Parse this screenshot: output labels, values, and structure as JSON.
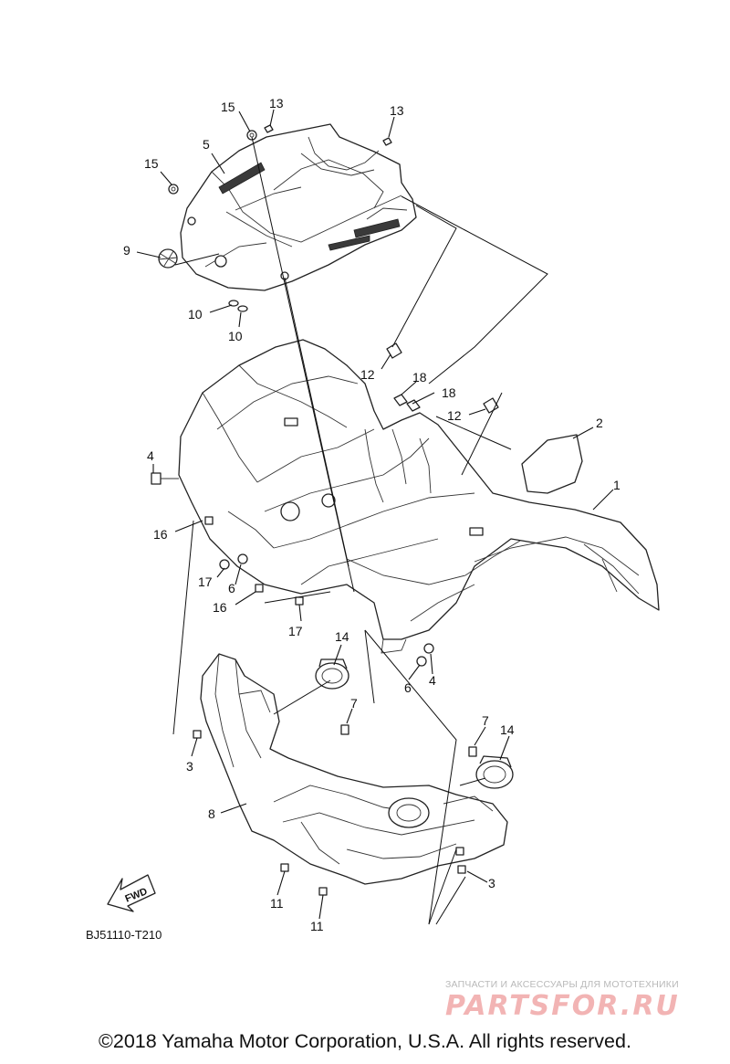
{
  "diagram": {
    "code": "BJ51110-T210",
    "copyright": "©2018 Yamaha Motor Corporation, U.S.A. All rights reserved.",
    "fwd_label": "FWD"
  },
  "callouts": [
    {
      "id": "c15a",
      "label": "15"
    },
    {
      "id": "c13a",
      "label": "13"
    },
    {
      "id": "c13b",
      "label": "13"
    },
    {
      "id": "c5",
      "label": "5"
    },
    {
      "id": "c15b",
      "label": "15"
    },
    {
      "id": "c9",
      "label": "9"
    },
    {
      "id": "c10a",
      "label": "10"
    },
    {
      "id": "c10b",
      "label": "10"
    },
    {
      "id": "c12a",
      "label": "12"
    },
    {
      "id": "c18a",
      "label": "18"
    },
    {
      "id": "c18b",
      "label": "18"
    },
    {
      "id": "c12b",
      "label": "12"
    },
    {
      "id": "c2",
      "label": "2"
    },
    {
      "id": "c1",
      "label": "1"
    },
    {
      "id": "c4a",
      "label": "4"
    },
    {
      "id": "c16a",
      "label": "16"
    },
    {
      "id": "c17a",
      "label": "17"
    },
    {
      "id": "c6a",
      "label": "6"
    },
    {
      "id": "c16b",
      "label": "16"
    },
    {
      "id": "c17b",
      "label": "17"
    },
    {
      "id": "c14a",
      "label": "14"
    },
    {
      "id": "c6b",
      "label": "6"
    },
    {
      "id": "c4b",
      "label": "4"
    },
    {
      "id": "c7a",
      "label": "7"
    },
    {
      "id": "c7b",
      "label": "7"
    },
    {
      "id": "c14b",
      "label": "14"
    },
    {
      "id": "c3a",
      "label": "3"
    },
    {
      "id": "c8",
      "label": "8"
    },
    {
      "id": "c3b",
      "label": "3"
    },
    {
      "id": "c11a",
      "label": "11"
    },
    {
      "id": "c11b",
      "label": "11"
    }
  ],
  "watermark": {
    "tagline": "ЗАПЧАСТИ И АКСЕССУАРЫ ДЛЯ МОТОТЕХНИКИ",
    "logo": "PARTSFOR.RU"
  }
}
